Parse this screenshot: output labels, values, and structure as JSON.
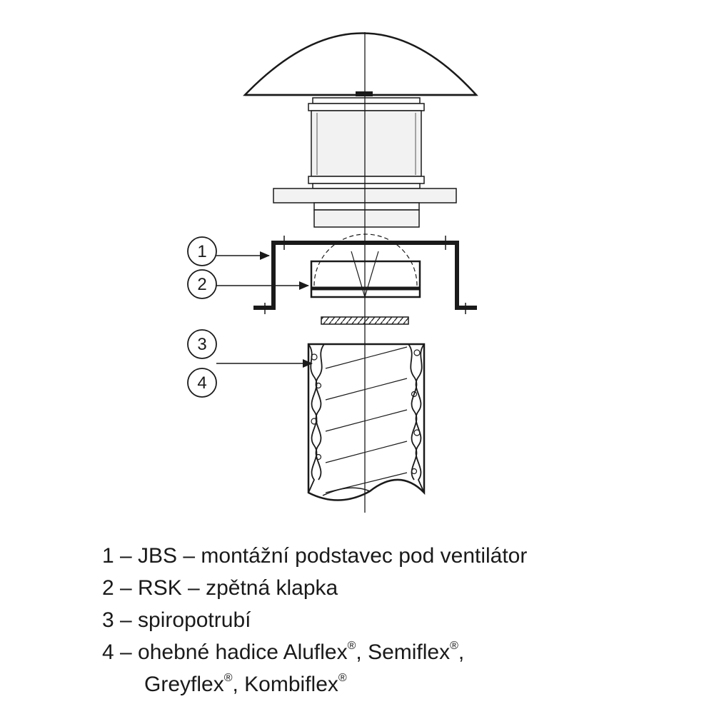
{
  "callouts": [
    {
      "number": "1"
    },
    {
      "number": "2"
    },
    {
      "number": "3"
    },
    {
      "number": "4"
    }
  ],
  "legend": {
    "line1": "1 – JBS – montážní podstavec pod ventilátor",
    "line2": "2 – RSK – zpětná klapka",
    "line3": "3 – spiropotrubí",
    "line4": {
      "prefix": "4 – ohebné hadice Aluflex",
      "reg1": "®",
      "mid1": ", Semiflex",
      "reg2": "®",
      "mid2": ","
    },
    "line5": {
      "part1": "Greyflex",
      "reg1": "®",
      "part2": ", Kombiflex",
      "reg2": "®"
    }
  },
  "colors": {
    "ink": "#1a1a1a",
    "fill_light": "#f2f2f2",
    "fill_gray": "#cfcfcf"
  }
}
